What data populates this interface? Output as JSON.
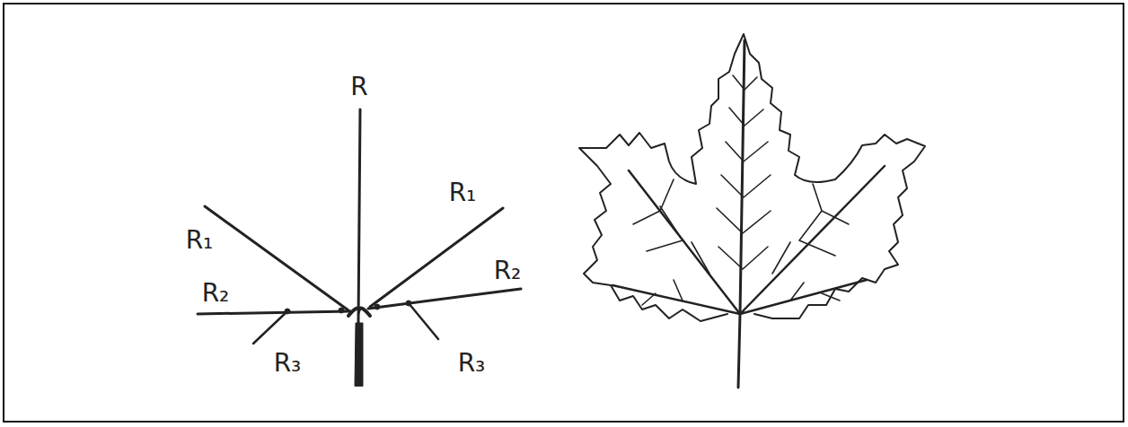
{
  "diagram": {
    "labels": [
      "R",
      "R₁",
      "R₁",
      "R₂",
      "R₂",
      "R₃",
      "R₃"
    ]
  }
}
